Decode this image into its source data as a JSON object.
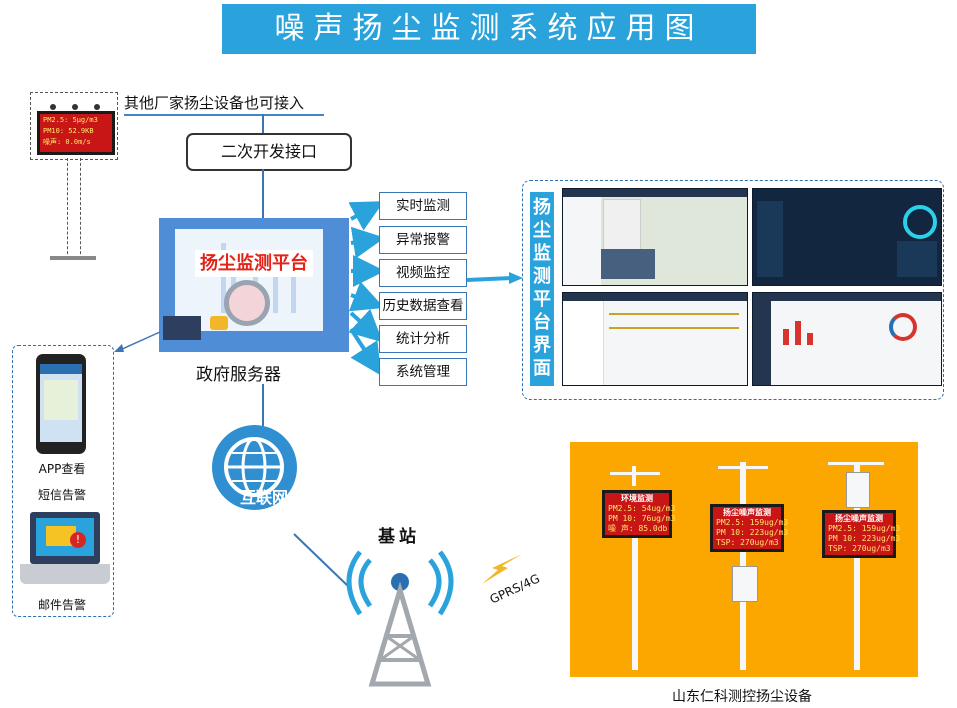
{
  "title": "噪声扬尘监测系统应用图",
  "device_note": "其他厂家扬尘设备也可接入",
  "api_box": "二次开发接口",
  "platform_label": "扬尘监测平台",
  "server_caption": "政府服务器",
  "menu": [
    "实时监测",
    "异常报警",
    "视频监控",
    "历史数据查看",
    "统计分析",
    "系统管理"
  ],
  "interface_title": "扬尘监测平台界面",
  "phone_caption": "APP查看",
  "sms_caption": "短信告警",
  "email_caption": "邮件告警",
  "internet_label": "互联网",
  "station_caption": "基站",
  "gprs_label": "GPRS/4G",
  "device_caption": "山东仁科测控扬尘设备",
  "other_led": [
    "PM2.5: 5μg/m3",
    "PM10: 52.9KB",
    "噪声: 0.0m/s"
  ],
  "led1": {
    "head": "环境监测",
    "lines": [
      "PM2.5: 54ug/m3",
      "PM 10: 76ug/m3",
      "噪 声: 85.0db"
    ]
  },
  "led2": {
    "head": "扬尘噪声监测",
    "lines": [
      "PM2.5: 159ug/m3",
      "PM 10: 223ug/m3",
      "TSP: 270ug/m3"
    ]
  },
  "led3": {
    "head": "扬尘噪声监测",
    "lines": [
      "PM2.5: 159ug/m3",
      "PM 10: 223ug/m3",
      "TSP: 270ug/m3"
    ]
  },
  "colors": {
    "accent": "#2aa3dc",
    "line": "#3a76b4",
    "alarm_red": "#e42218",
    "orange": "#fca600"
  }
}
